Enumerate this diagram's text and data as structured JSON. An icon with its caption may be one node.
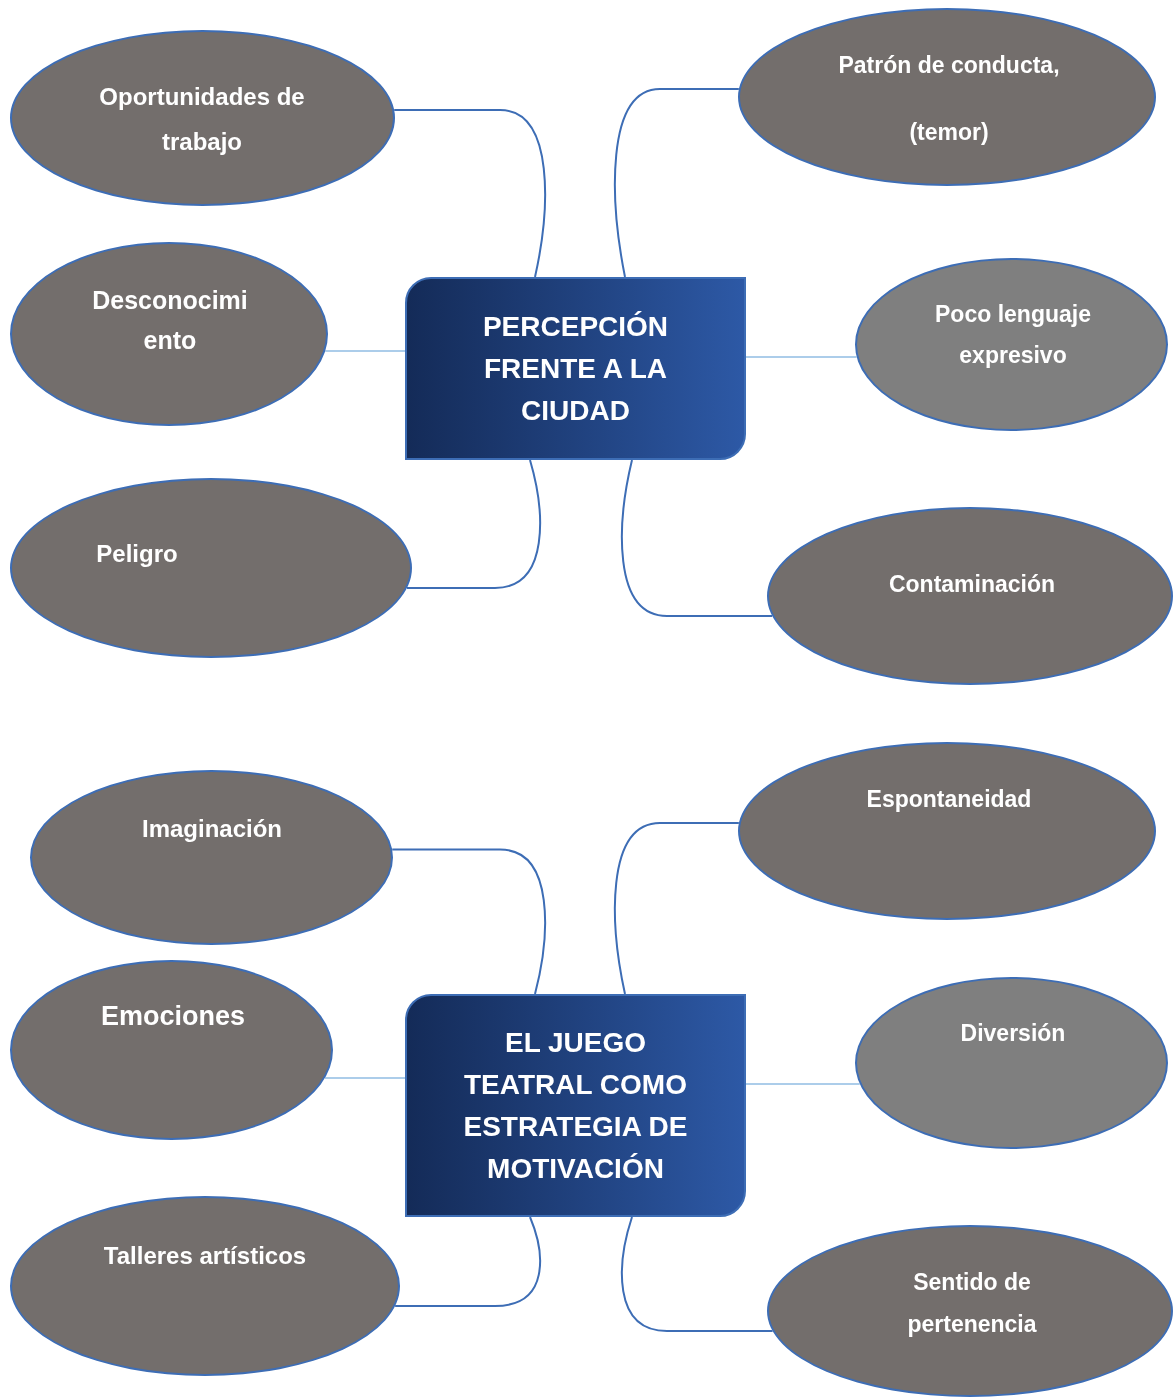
{
  "diagram": {
    "nodes": [
      {
        "text": [
          "PERCEPCIÓN FRENTE A LA CIUDAD"
        ]
      },
      {
        "text": [
          "Oportunidades de trabajo"
        ]
      },
      {
        "text": [
          "Desconocimi ento"
        ]
      },
      {
        "text": [
          "Peligro"
        ]
      },
      {
        "text": [
          "Patrón de conducta, (temor)"
        ]
      },
      {
        "text": [
          "Poco lenguaje expresivo"
        ]
      },
      {
        "text": [
          "Contaminación"
        ]
      },
      {
        "text": [
          "EL JUEGO TEATRAL COMO ESTRATEGIA DE MOTIVACIÓN"
        ]
      },
      {
        "text": [
          "Imaginación"
        ]
      },
      {
        "text": [
          "Emociones"
        ]
      },
      {
        "text": [
          "Talleres artísticos"
        ]
      },
      {
        "text": [
          "Espontaneidad"
        ]
      },
      {
        "text": [
          "Diversión"
        ]
      },
      {
        "text": [
          "Sentido de pertenencia"
        ]
      }
    ],
    "edges": [
      {
        "from": 0,
        "to": 1,
        "arrow": "none"
      },
      {
        "from": 0,
        "to": 2,
        "arrow": "none",
        "color": "#5b9bd5"
      },
      {
        "from": 0,
        "to": 3,
        "arrow": "none"
      },
      {
        "from": 0,
        "to": 4,
        "arrow": "none"
      },
      {
        "from": 0,
        "to": 5,
        "arrow": "none",
        "color": "#5b9bd5"
      },
      {
        "from": 0,
        "to": 6,
        "arrow": "none"
      },
      {
        "from": 7,
        "to": 8,
        "arrow": "none"
      },
      {
        "from": 7,
        "to": 9,
        "arrow": "none",
        "color": "#5b9bd5"
      },
      {
        "from": 7,
        "to": 10,
        "arrow": "none"
      },
      {
        "from": 7,
        "to": 11,
        "arrow": "none"
      },
      {
        "from": 7,
        "to": 12,
        "arrow": "none",
        "color": "#5b9bd5"
      },
      {
        "from": 7,
        "to": 13,
        "arrow": "none"
      }
    ]
  }
}
